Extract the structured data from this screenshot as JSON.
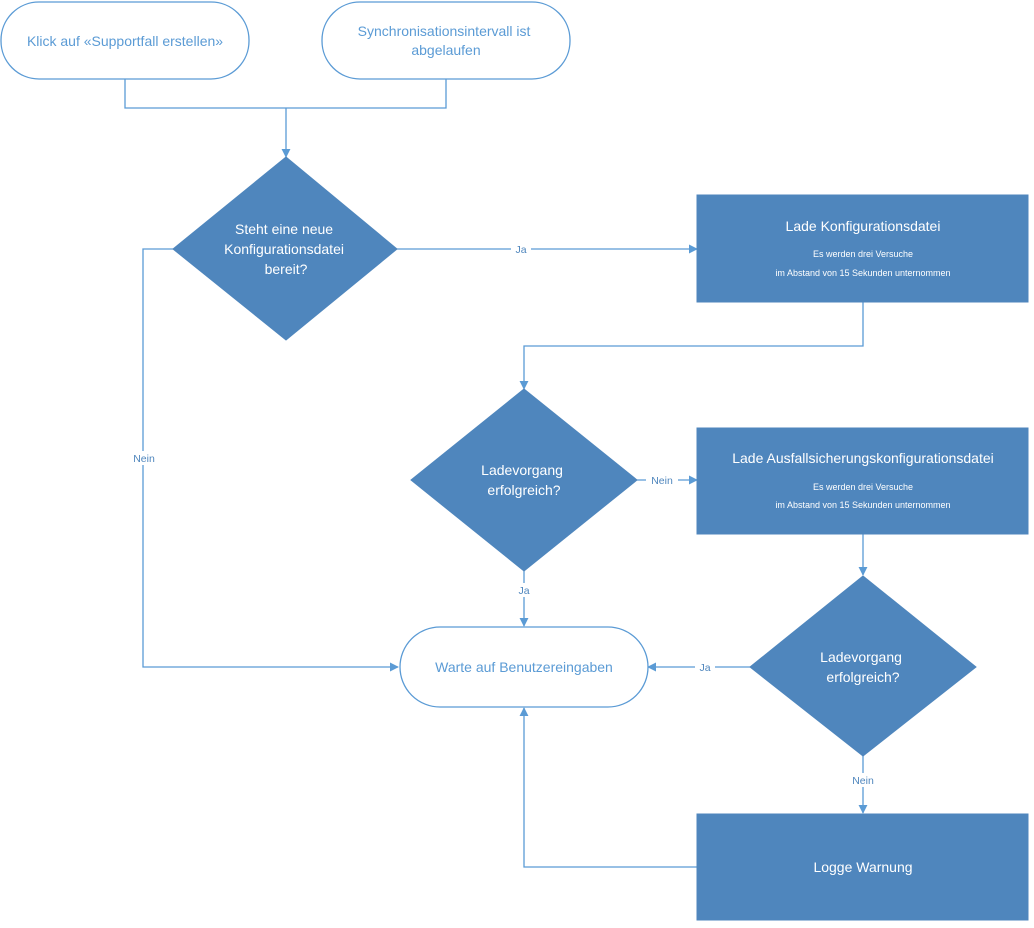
{
  "start_a": "Klick auf «Supportfall erstellen»",
  "start_b": [
    "Synchronisationsintervall ist",
    "abgelaufen"
  ],
  "decision_1": [
    "Steht eine neue",
    "Konfigurationsdatei",
    "bereit?"
  ],
  "process_load": {
    "title": "Lade Konfigurationsdatei",
    "note": [
      "Es werden drei Versuche",
      "im Abstand von 15 Sekunden unternommen"
    ]
  },
  "decision_2": [
    "Ladevorgang",
    "erfolgreich?"
  ],
  "process_fallback": {
    "title": "Lade Ausfallsicherungskonfigurationsdatei",
    "note": [
      "Es werden drei Versuche",
      "im Abstand von 15 Sekunden unternommen"
    ]
  },
  "wait": "Warte auf Benutzereingaben",
  "decision_3": [
    "Ladevorgang",
    "erfolgreich?"
  ],
  "process_warn": "Logge Warnung",
  "labels": {
    "d1_yes": "Ja",
    "d1_no": "Nein",
    "d2_no": "Nein",
    "d2_yes": "Ja",
    "d3_yes": "Ja",
    "d3_no": "Nein"
  },
  "colors": {
    "fill": "#4f86bd",
    "line": "#5b9bd5",
    "text": "#ffffff"
  }
}
